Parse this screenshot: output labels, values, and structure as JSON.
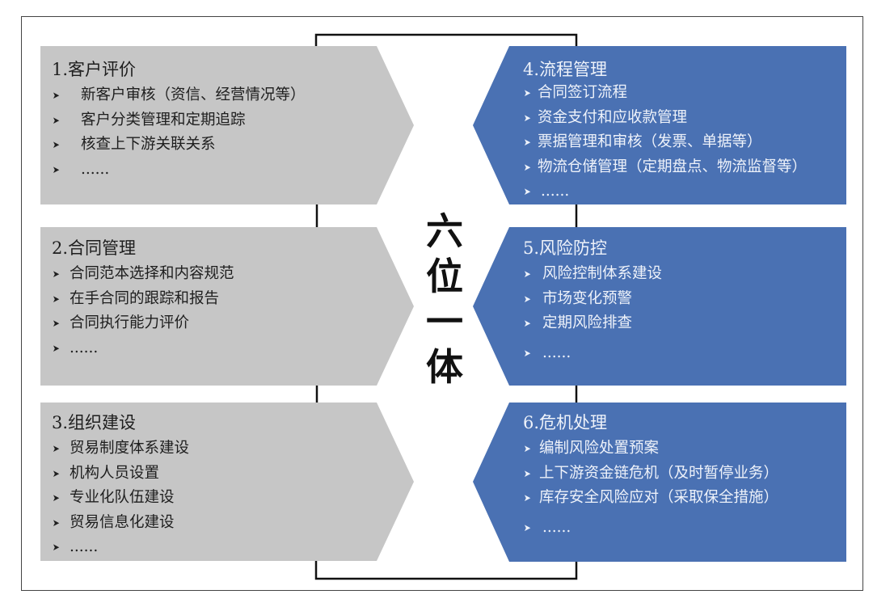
{
  "center_title": [
    "六",
    "位",
    "一",
    "体"
  ],
  "colors": {
    "gray_box": "#c6c6c6",
    "blue_box": "#4a71b3",
    "bracket": "#111111",
    "frame": "#444444"
  },
  "boxes": [
    {
      "side": "left",
      "title": "1.客户评价",
      "bullet": "➤",
      "items": [
        "新客户审核（资信、经营情况等）",
        "客户分类管理和定期追踪",
        "核查上下游关联关系",
        "......"
      ]
    },
    {
      "side": "left",
      "title": "2.合同管理",
      "bullet": "➤",
      "items": [
        "合同范本选择和内容规范",
        "在手合同的跟踪和报告",
        "合同执行能力评价",
        "......"
      ]
    },
    {
      "side": "left",
      "title": "3.组织建设",
      "bullet": "➤",
      "items": [
        "贸易制度体系建设",
        "机构人员设置",
        "专业化队伍建设",
        "贸易信息化建设",
        "......"
      ]
    },
    {
      "side": "right",
      "title": "4.流程管理",
      "bullet": "➤",
      "items": [
        "合同签订流程",
        "资金支付和应收款管理",
        "票据管理和审核（发票、单据等）",
        "物流仓储管理（定期盘点、物流监督等）",
        "......"
      ]
    },
    {
      "side": "right",
      "title": "5.风险防控",
      "bullet": "➤",
      "items": [
        "风险控制体系建设",
        "市场变化预警",
        "定期风险排查",
        "......"
      ]
    },
    {
      "side": "right",
      "title": "6.危机处理",
      "bullet": "➤",
      "items": [
        "编制风险处置预案",
        "上下游资金链危机（及时暂停业务）",
        "库存安全风险应对（采取保全措施）",
        "......"
      ]
    }
  ]
}
